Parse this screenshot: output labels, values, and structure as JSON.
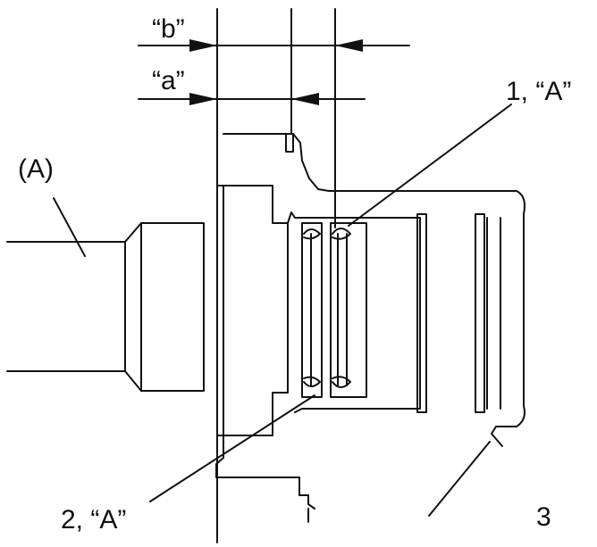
{
  "labels": {
    "dim_b": "“b”",
    "dim_a": "“a”",
    "part_a": "(A)",
    "callout_1": "1, “A”",
    "callout_2": "2, “A”",
    "callout_3": "3"
  },
  "colors": {
    "line": "#111111",
    "background": "#ffffff"
  }
}
